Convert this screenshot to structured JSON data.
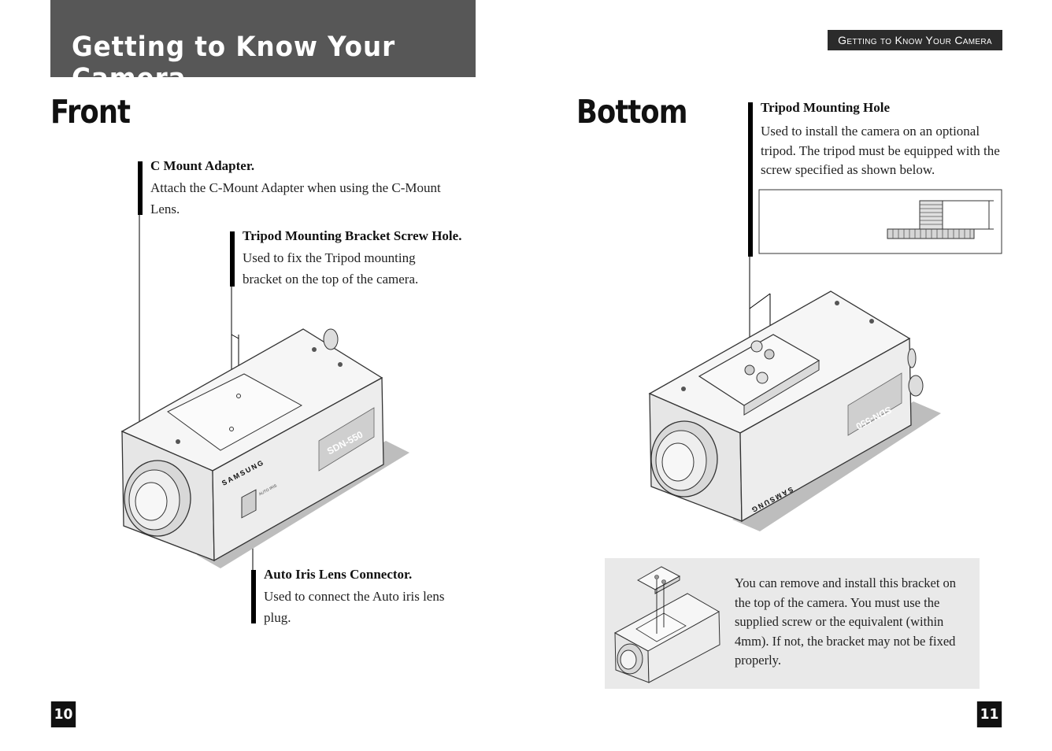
{
  "left_page": {
    "header_title": "Getting to Know Your Camera",
    "section_title": "Front",
    "callouts": [
      {
        "title": "C Mount Adapter.",
        "text": "Attach the C-Mount Adapter when using the C-Mount Lens."
      },
      {
        "title": "Tripod Mounting Bracket Screw Hole.",
        "text": "Used to fix the Tripod mounting bracket on the top of the camera."
      },
      {
        "title": "Auto Iris Lens Connector.",
        "text": "Used to connect the Auto iris lens plug."
      }
    ],
    "camera": {
      "brand": "SAMSUNG",
      "connector_label": "AUTO IRIS",
      "model": "SDN-550"
    },
    "page_number": "10"
  },
  "right_page": {
    "running_head": "Getting to Know Your Camera",
    "section_title": "Bottom",
    "callout": {
      "title": "Tripod Mounting Hole",
      "text": "Used to install the camera on an optional tripod. The tripod must be equipped with the screw specified as shown below."
    },
    "camera": {
      "brand": "SAMSUNG",
      "model": "SDN-550"
    },
    "note": "You can remove and install this bracket on the top of the camera. You must use the supplied screw or the equivalent (within 4mm). If not, the bracket may not be fixed properly.",
    "page_number": "11"
  },
  "colors": {
    "header_band": "#575757",
    "ink": "#111111",
    "note_bg": "#e9e9e9"
  }
}
